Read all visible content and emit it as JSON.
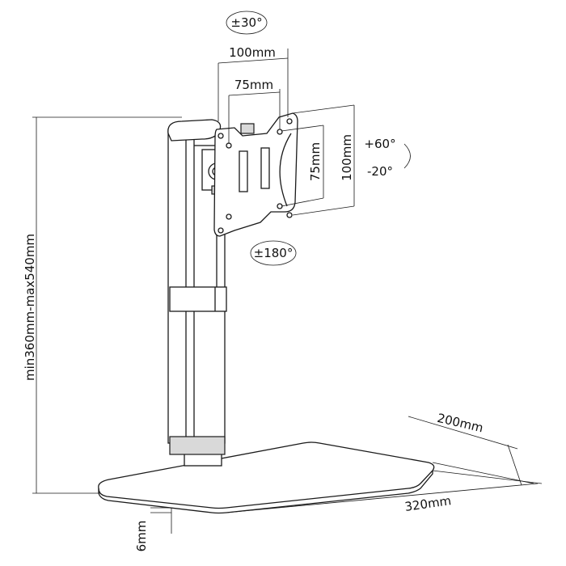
{
  "dimensions": {
    "tilt_side": "±30°",
    "vesa_outer_width": "100mm",
    "vesa_inner_width": "75mm",
    "vesa_inner_height": "75mm",
    "vesa_outer_height": "100mm",
    "tilt_up": "+60°",
    "tilt_down": "-20°",
    "rotation": "±180°",
    "height_range": "min360mm-max540mm",
    "base_depth": "200mm",
    "base_width": "320mm",
    "base_thickness": "6mm"
  }
}
